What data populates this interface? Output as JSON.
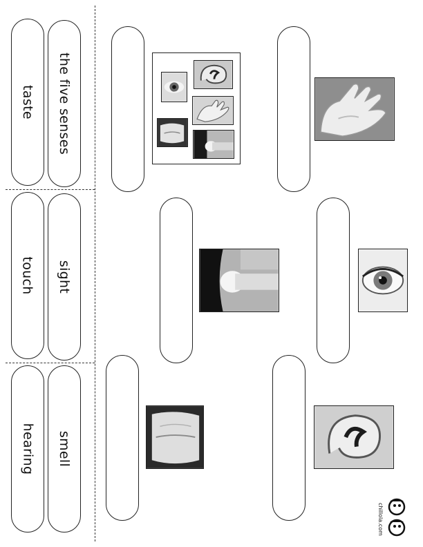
{
  "labels": {
    "taste": "taste",
    "the_five_senses": "the five senses",
    "touch": "touch",
    "sight": "sight",
    "hearing": "hearing",
    "smell": "smell"
  },
  "logo": {
    "text": "chillola.com"
  },
  "icons": [
    "eye-photo",
    "ear-photo",
    "hand-photo",
    "tongue-photo",
    "nose-photo"
  ]
}
